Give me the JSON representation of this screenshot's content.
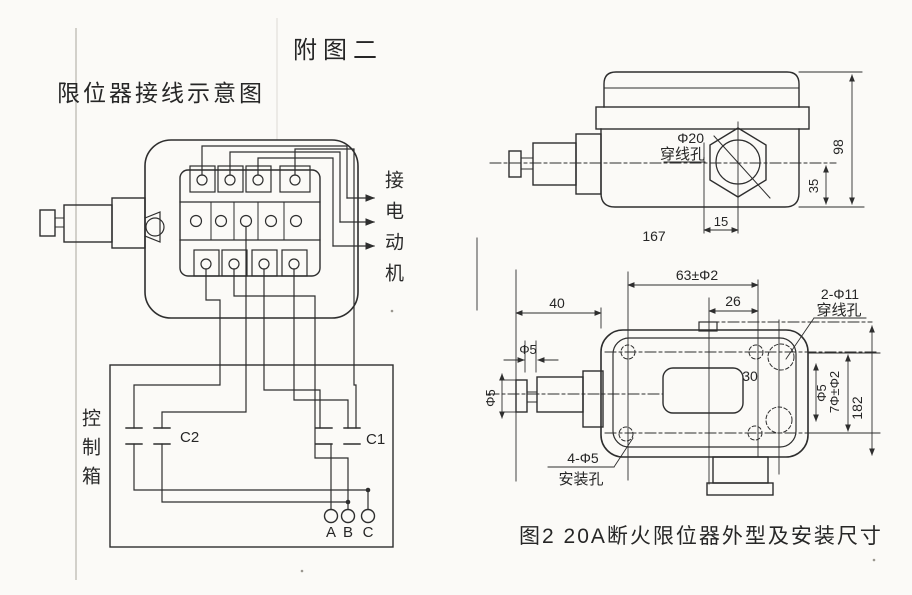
{
  "page": {
    "figure_tag": "附图二"
  },
  "wiring": {
    "title": "限位器接线示意图",
    "motor_label": "接电动机",
    "control_box_label": "控制箱",
    "contactor_c2": "C2",
    "contactor_c1": "C1",
    "terminal_a": "A",
    "terminal_b": "B",
    "terminal_c": "C"
  },
  "outline": {
    "caption": "图2 20A断火限位器外型及安装尺寸",
    "side_view": {
      "hole_dia": "Φ20",
      "hole_name": "穿线孔",
      "dim_15": "15",
      "dim_167": "167",
      "dim_98": "98",
      "dim_35": "35"
    },
    "top_view": {
      "dim_63": "63±Φ2",
      "dim_26": "26",
      "dim_40": "40",
      "dim_phi5_width": "Φ5",
      "dim_phi5_shaft": "Φ5",
      "wire_hole_count": "2-Φ11",
      "wire_hole_name": "穿线孔",
      "dim_30": "30",
      "dim_phi5_right": "Φ5",
      "dim_70": "7Φ±Φ2",
      "dim_182": "182",
      "mount_hole_count": "4-Φ5",
      "mount_hole_name": "安装孔"
    }
  },
  "colors": {
    "ink": "#2e2e2e",
    "paper": "#fbfaf7",
    "fold_line": "#c8c5bf"
  }
}
